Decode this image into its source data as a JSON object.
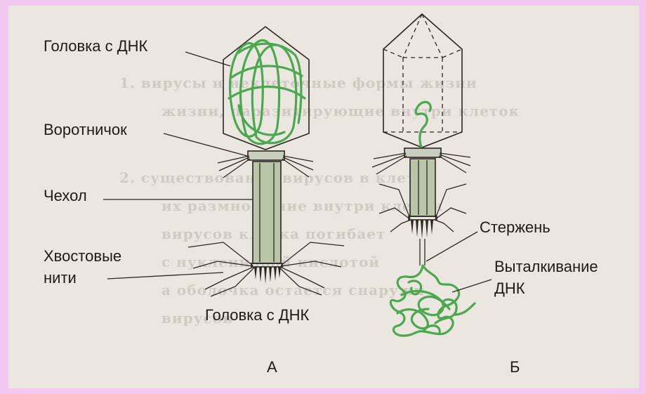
{
  "labels": {
    "head_dna_top": "Головка с ДНК",
    "collar": "Воротничок",
    "sheath": "Чехол",
    "tail_fibers_line1": "Хвостовые",
    "tail_fibers_line2": "нити",
    "head_dna_bottom": "Головка с ДНК",
    "rod": "Стержень",
    "dna_ejection_line1": "Выталкивание",
    "dna_ejection_line2": "ДНК",
    "panel_a": "А",
    "panel_b": "Б"
  },
  "colors": {
    "page_border": "#f2c8f0",
    "paper": "#ebe7e0",
    "dna": "#4aa84e",
    "tail_fill": "#b9c6a8",
    "ink": "#1e1b18"
  }
}
